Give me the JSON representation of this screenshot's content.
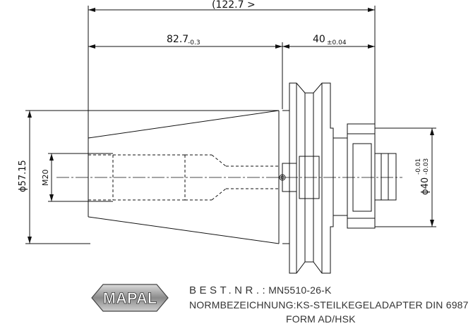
{
  "dimensions": {
    "overall_length": "(122.7 >",
    "taper_length": "82.7",
    "taper_length_tol": "-0.3",
    "flange_length": "40",
    "flange_length_tol": "±0.04",
    "taper_diameter": "ϕ57.15",
    "thread": "M20",
    "bore_diameter": "ϕ40",
    "bore_tol_upper": "-0.01",
    "bore_tol_lower": "-0.03"
  },
  "logo": {
    "text": "MAPAL"
  },
  "title_block": {
    "order_label": "BEST.NR.:",
    "order_value": "MN5510-26-K",
    "standard_label": "NORMBEZEICHNUNG:",
    "standard_value": "KS-STEILKEGELADAPTER DIN 6987",
    "standard_form": "FORM AD/HSK"
  }
}
